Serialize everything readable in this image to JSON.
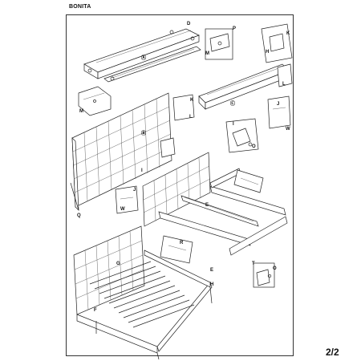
{
  "document": {
    "title": "BONITA",
    "page_number": "2/2"
  },
  "callouts": {
    "D": "D",
    "A": "Ⓐ",
    "B": "Ⓑ",
    "C": "Ⓒ",
    "P": "P",
    "M": "M",
    "K": "K",
    "H": "H",
    "L": "L",
    "J": "J",
    "W": "W",
    "I": "I",
    "Q": "Q",
    "O": "O",
    "E": "E",
    "G": "G",
    "F": "F",
    "R": "R",
    "T": "T"
  }
}
